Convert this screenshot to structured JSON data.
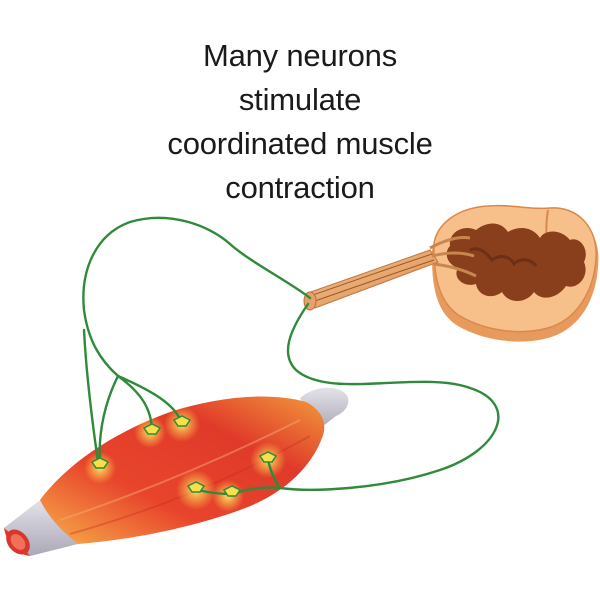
{
  "caption": {
    "lines": [
      "Many neurons",
      "stimulate",
      "coordinated muscle",
      "contraction"
    ]
  },
  "colors": {
    "nerve_fiber": "#2f8a3a",
    "muscle_red": "#e0392b",
    "muscle_orange": "#f39a3c",
    "endplate_yellow": "#f7e04a",
    "tendon": "#c9c8d3",
    "cord_outer": "#f4b27a",
    "cord_gray_matter": "#8a3f1c"
  },
  "icons": [
    "spinal-cord-cross-section",
    "nerve-bundle",
    "skeletal-muscle",
    "motor-end-plate"
  ]
}
